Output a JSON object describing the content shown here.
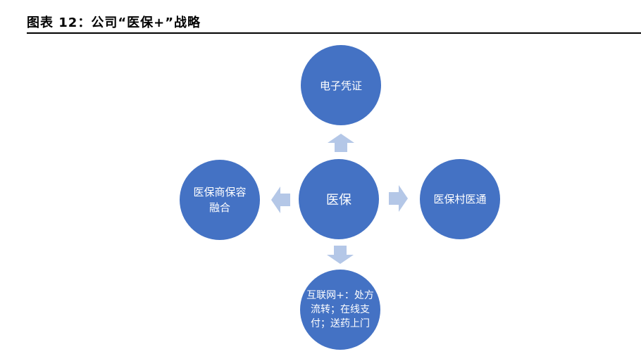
{
  "figure": {
    "title": "图表 12：公司“医保+”战略"
  },
  "diagram": {
    "center": "医保",
    "top": "电子凭证",
    "left": "医保商保容融合",
    "right": "医保村医通",
    "bottom": "互联网+：处方流转；在线支付；送药上门"
  },
  "colors": {
    "node_fill": "#4472c4",
    "arrow_fill": "#b4c7e7",
    "rule": "#000000"
  }
}
